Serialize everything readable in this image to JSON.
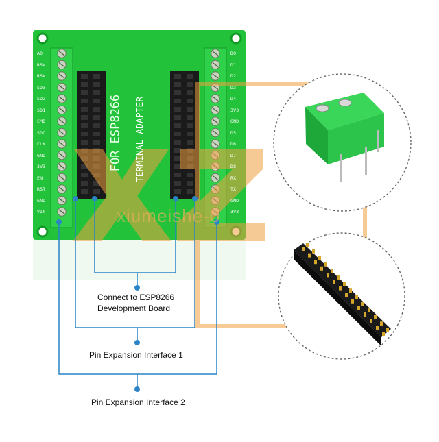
{
  "board": {
    "title_line1": "FOR ESP8266",
    "title_line2": "TERMINAL ADAPTER",
    "left_pins": [
      "A0",
      "RSV",
      "RSV",
      "SD3",
      "SD2",
      "SD1",
      "CMD",
      "SDO",
      "CLK",
      "GND",
      "3V3",
      "EN",
      "RST",
      "GND",
      "VIN"
    ],
    "right_pins": [
      "D0",
      "D1",
      "D2",
      "D3",
      "D4",
      "3V3",
      "GND",
      "D5",
      "D6",
      "D7",
      "D8",
      "RX",
      "TX",
      "GND",
      "3V3"
    ]
  },
  "callouts": {
    "connect_line1": "Connect to ESP8266",
    "connect_line2": "Development Board",
    "pin_expansion_1": "Pin Expansion Interface 1",
    "pin_expansion_2": "Pin Expansion Interface 2"
  },
  "watermark": {
    "letters": "XZ",
    "text": "xiumeishe-0"
  },
  "colors": {
    "pcb": "#22c23a",
    "pcb_dark": "#129a26",
    "terminal": "#2fd04a",
    "header": "#1a1a1a",
    "line": "#2a84c6",
    "watermark": "#f0a040"
  }
}
